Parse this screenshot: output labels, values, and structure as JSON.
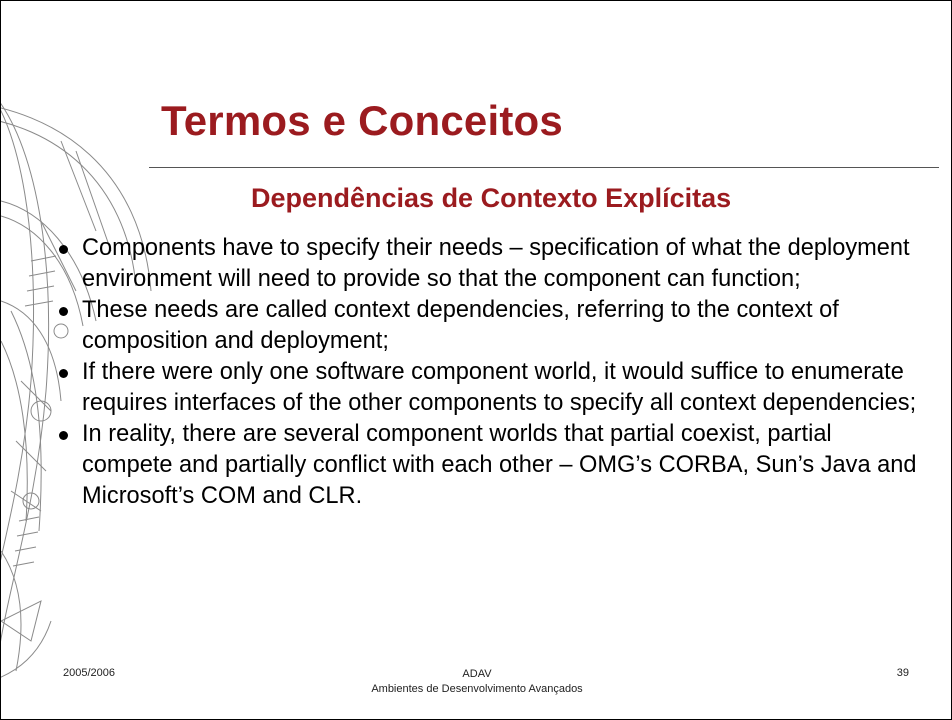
{
  "slide": {
    "title": "Termos e Conceitos",
    "subtitle": "Dependências de Contexto Explícitas",
    "bullets": [
      "Components have to specify their needs – specification of what the deployment environment will need to provide so that the component can function;",
      "These needs are called context dependencies, referring to the context of composition and deployment;",
      "If there were only one software component world, it would suffice to enumerate requires interfaces of the other components to specify all context dependencies;",
      "In reality, there are several component worlds that partial coexist, partial compete and partially conflict with each other – OMG’s CORBA, Sun’s Java and Microsoft’s COM and CLR."
    ],
    "colors": {
      "accent": "#9b1b1f",
      "text": "#000000"
    }
  },
  "footer": {
    "left": "2005/2006",
    "center_line1": "ADAV",
    "center_line2": "Ambientes de Desenvolvimento Avançados",
    "page_number": "39"
  }
}
